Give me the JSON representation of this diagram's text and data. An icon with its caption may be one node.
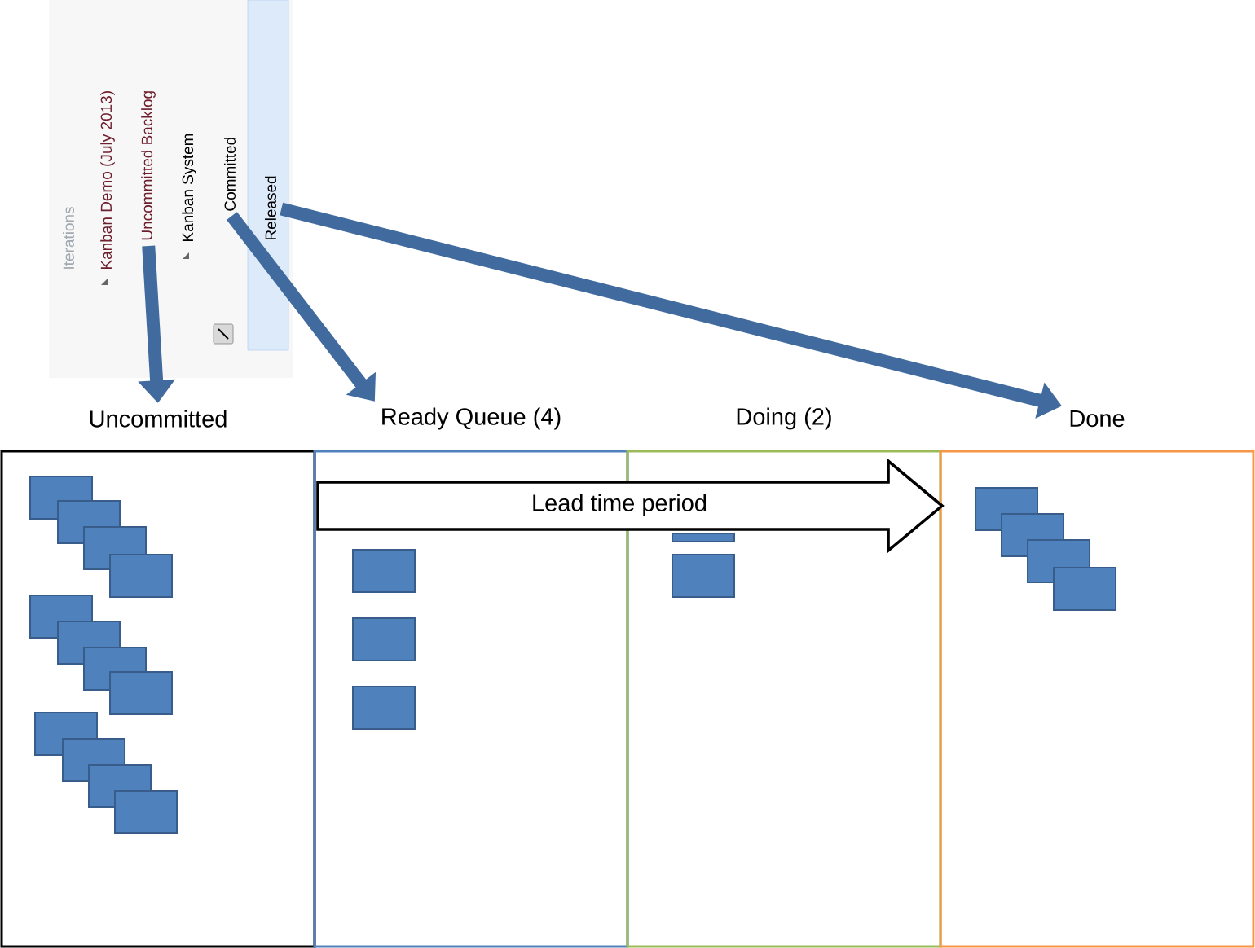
{
  "diagram": {
    "nodes": [
      {
        "text": [
          "Uncommitted Backlog"
        ]
      },
      {
        "text": [
          "Committed"
        ]
      },
      {
        "text": [
          "Released"
        ]
      },
      {
        "text": [
          "Uncommitted"
        ]
      },
      {
        "text": [
          "Ready Queue (4)"
        ]
      },
      {
        "text": [
          "Doing (2)"
        ]
      },
      {
        "text": [
          "Done"
        ]
      },
      {
        "text": [
          "Lead time period"
        ]
      },
      {
        "text": [],
        "shape": "box",
        "in": 3
      },
      {
        "text": [],
        "shape": "box",
        "in": 3
      },
      {
        "text": [],
        "shape": "box",
        "in": 3
      },
      {
        "text": [],
        "shape": "box",
        "in": 3
      },
      {
        "text": [],
        "shape": "box",
        "in": 3
      },
      {
        "text": [],
        "shape": "box",
        "in": 3
      },
      {
        "text": [],
        "shape": "box",
        "in": 3
      },
      {
        "text": [],
        "shape": "box",
        "in": 3
      },
      {
        "text": [],
        "shape": "box",
        "in": 3
      },
      {
        "text": [],
        "shape": "box",
        "in": 3
      },
      {
        "text": [],
        "shape": "box",
        "in": 3
      },
      {
        "text": [],
        "shape": "box",
        "in": 3
      },
      {
        "text": [],
        "shape": "box",
        "in": 4
      },
      {
        "text": [],
        "shape": "box",
        "in": 4
      },
      {
        "text": [],
        "shape": "box",
        "in": 4
      },
      {
        "text": [],
        "shape": "box",
        "in": 5
      },
      {
        "text": [],
        "shape": "box",
        "in": 5
      },
      {
        "text": [],
        "shape": "box",
        "in": 6
      },
      {
        "text": [],
        "shape": "box",
        "in": 6
      },
      {
        "text": [],
        "shape": "box",
        "in": 6
      },
      {
        "text": [],
        "shape": "box",
        "in": 6
      }
    ],
    "edges": [
      {
        "from": 0,
        "to": 3,
        "arrow": "to"
      },
      {
        "from": 1,
        "to": 4,
        "arrow": "to"
      },
      {
        "from": 2,
        "to": 6,
        "arrow": "to"
      }
    ],
    "labels": [
      "Iterations",
      "Kanban Demo (July 2013)",
      "Kanban System"
    ]
  }
}
